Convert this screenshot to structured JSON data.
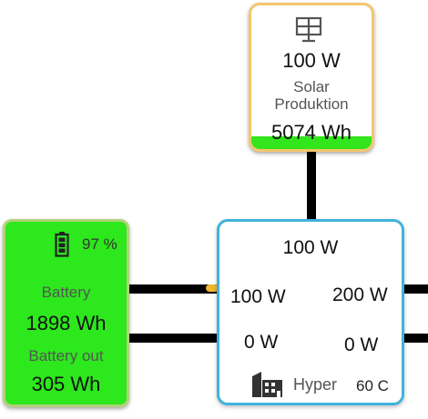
{
  "solar": {
    "icon": "solar-panel-icon",
    "power": "100 W",
    "label_line1": "Solar",
    "label_line2": "Produktion",
    "energy": "5074 Wh",
    "fill_fraction": 0.09,
    "border_color": "#f5c66b",
    "fill_color": "#33e51c"
  },
  "battery": {
    "icon": "battery-icon",
    "percent": "97 %",
    "label": "Battery",
    "energy": "1898 Wh",
    "out_label": "Battery out",
    "out_energy": "305 Wh",
    "background_color": "#2ce81c"
  },
  "hub": {
    "top_power": "100 W",
    "left_upper": "100 W",
    "right_upper": "200 W",
    "left_lower": "0 W",
    "right_lower": "0 W",
    "icon": "building-icon",
    "name": "Hyper",
    "temperature": "60 C",
    "border_color": "#3fb3dc"
  }
}
